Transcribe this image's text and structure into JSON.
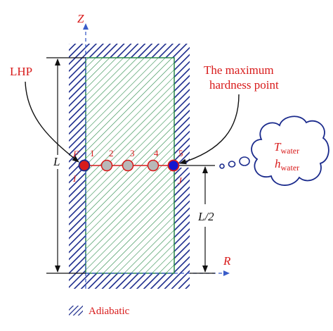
{
  "axes": {
    "z_label": "Z",
    "r_label": "R"
  },
  "dimensions": {
    "full_height_label": "L",
    "half_height_label": "L/2"
  },
  "annotations": {
    "lhp_label": "LHP",
    "max_hardness_line1": "The maximum",
    "max_hardness_line2": "hardness point",
    "cloud_line1_main": "T",
    "cloud_line1_sub": "water",
    "cloud_line2_main": "h",
    "cloud_line2_sub": "water"
  },
  "points": {
    "labels": [
      "1",
      "2",
      "3",
      "4",
      "5"
    ],
    "left_edge_top": "F",
    "left_edge_bottom": "I",
    "right_edge_bottom": "J"
  },
  "legend": {
    "label": "Adiabatic"
  },
  "colors": {
    "hatch_blue": "#1a2a8c",
    "hatch_green": "#2a8a4a",
    "red": "#d81b1b",
    "blue_point": "#1515d0",
    "grey_point": "#b8b8b8",
    "axis": "#3a5cc8",
    "black": "#111111"
  }
}
